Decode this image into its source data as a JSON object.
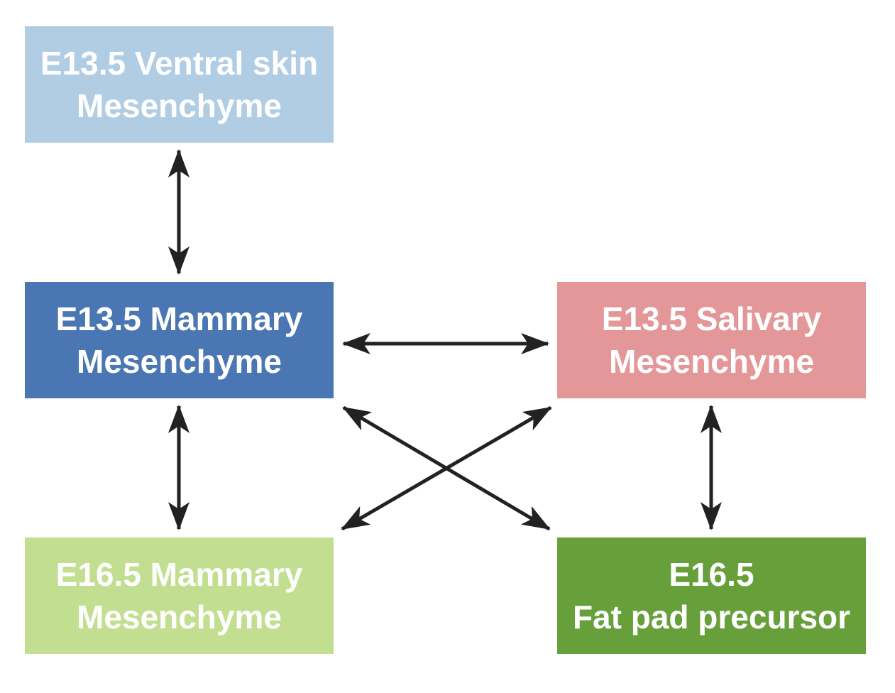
{
  "nodes": {
    "ventral_skin": {
      "line1": "E13.5 Ventral skin",
      "line2": "Mesenchyme",
      "color": "#B0CDE3"
    },
    "mammary_e13": {
      "line1": "E13.5 Mammary",
      "line2": "Mesenchyme",
      "color": "#4A77B3"
    },
    "salivary": {
      "line1": "E13.5 Salivary",
      "line2": "Mesenchyme",
      "color": "#E39799"
    },
    "mammary_e16": {
      "line1": "E16.5 Mammary",
      "line2": "Mesenchyme",
      "color": "#C2DF91"
    },
    "fat_pad": {
      "line1": "E16.5",
      "line2": "Fat pad precursor",
      "color": "#67A03A"
    }
  },
  "arrow_color": "#222222"
}
